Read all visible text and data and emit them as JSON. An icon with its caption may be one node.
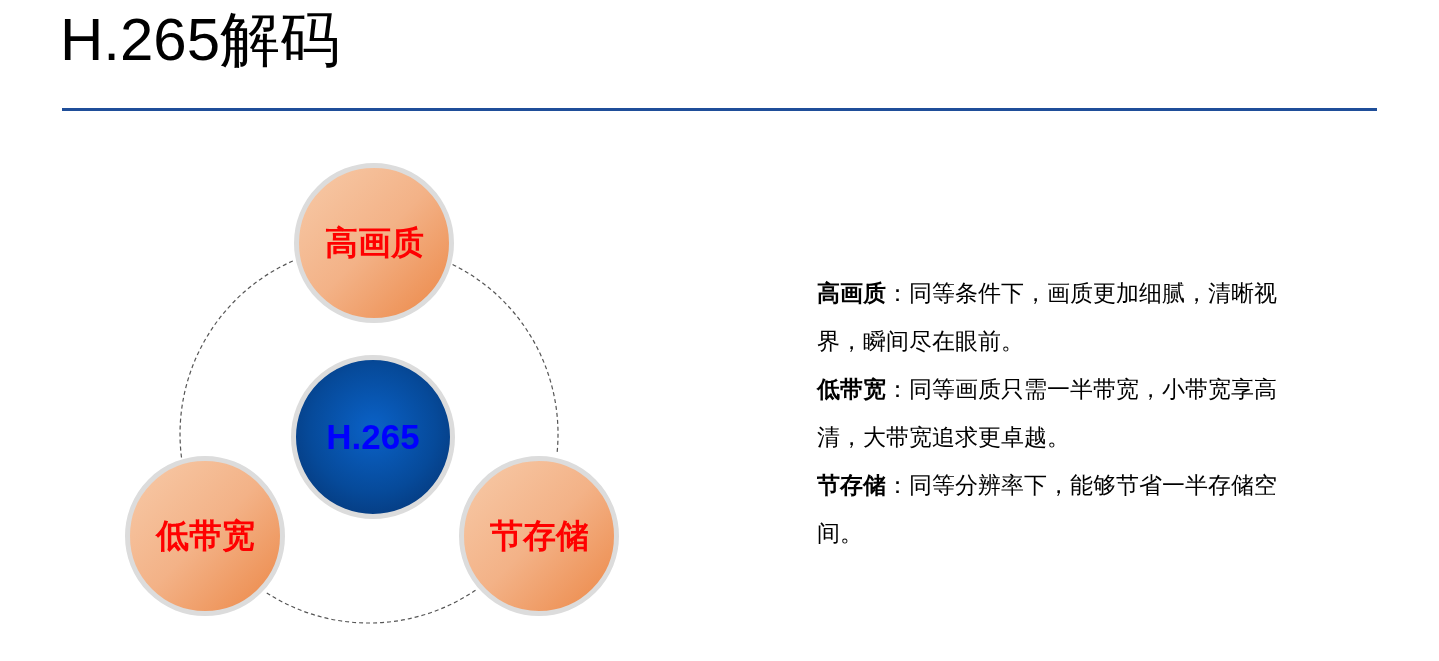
{
  "diagram": {
    "title": "H.265解码",
    "nodes": [
      {
        "text": [
          "高画质"
        ]
      },
      {
        "text": [
          "H.265"
        ]
      },
      {
        "text": [
          "低带宽"
        ]
      },
      {
        "text": [
          "节存储"
        ]
      }
    ],
    "edges": [
      {
        "from": 0,
        "to": 3,
        "arrow": "none",
        "style": "dashed"
      },
      {
        "from": 3,
        "to": 2,
        "arrow": "none",
        "style": "dashed"
      },
      {
        "from": 2,
        "to": 0,
        "arrow": "none",
        "style": "dashed"
      }
    ],
    "labels": [
      "**高画质**：同等条件下，画质更加细腻，清晰视界，瞬间尽在眼前。",
      "**低带宽**：同等画质只需一半带宽，小带宽享高清，大带宽追求更卓越。",
      "**节存储**：同等分辨率下，能够节省一半存储空间。"
    ]
  }
}
